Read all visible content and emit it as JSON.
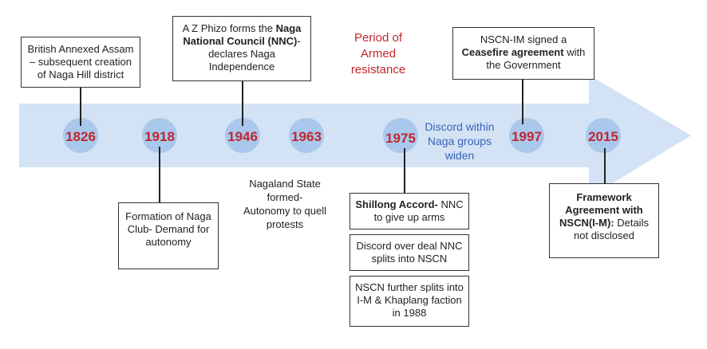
{
  "colors": {
    "arrow": "#d3e3f5",
    "circle": "#a9c8ec",
    "year": "#c0272d",
    "red_label": "#c0272d",
    "blue_label": "#3a63b8"
  },
  "years": [
    "1826",
    "1918",
    "1946",
    "1963",
    "1975",
    "1997",
    "2015"
  ],
  "events": {
    "e1826": "British Annexed Assam – subsequent creation of Naga Hill district",
    "e1918": "Formation of Naga Club- Demand for autonomy",
    "e1946_a": "A Z Phizo forms the ",
    "e1946_b": "Naga National Council (NNC)",
    "e1946_c": "- declares Naga Independence",
    "e1963": "Nagaland State formed- Autonomy to quell protests",
    "e1975_a_bold": "Shillong Accord-",
    "e1975_a_rest": " NNC to give up arms",
    "e1975_b": "Discord over deal NNC splits into NSCN",
    "e1975_c": "NSCN further splits into I-M & Khaplang faction in 1988",
    "e1997_a": "NSCN-IM signed a ",
    "e1997_b": "Ceasefire agreement",
    "e1997_c": " with the Government",
    "e2015_a_bold": "Framework Agreement with NSCN(I-M):",
    "e2015_a_rest": " Details not disclosed"
  },
  "labels": {
    "armed": "Period of Armed resistance",
    "discord": "Discord within Naga groups widen"
  }
}
